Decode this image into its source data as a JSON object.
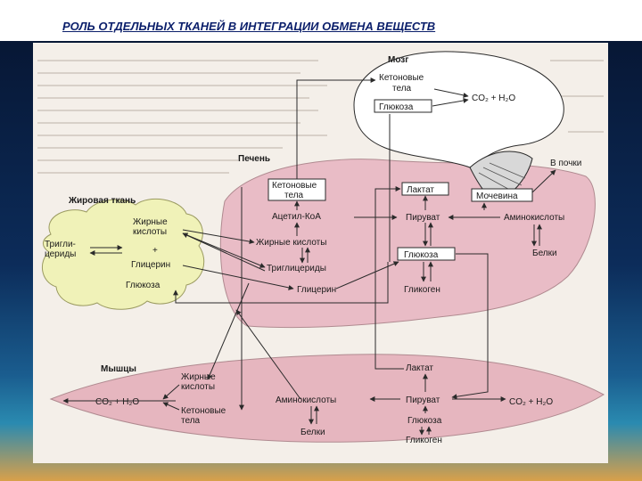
{
  "slide": {
    "title": "РОЛЬ ОТДЕЛЬНЫХ ТКАНЕЙ В ИНТЕГРАЦИИ ОБМЕНА ВЕЩЕСТВ"
  },
  "diagram": {
    "brain": {
      "label": "Мозг",
      "ketone_line1": "Кетоновые",
      "ketone_line2": "тела",
      "co2_h2o": "CO₂ + H₂O",
      "glucose": "Глюкоза"
    },
    "liver": {
      "label": "Печень",
      "ketone_line1": "Кетоновые",
      "ketone_line2": "тела",
      "acetyl_coa": "Ацетил-КоА",
      "fatty_acids": "Жирные кислоты",
      "triglycerides": "Триглицериды",
      "glycerol": "Глицерин",
      "lactate": "Лактат",
      "pyruvate": "Пируват",
      "glucose": "Глюкоза",
      "glycogen": "Гликоген",
      "urea": "Мочевина",
      "amino_acids": "Аминокислоты",
      "proteins": "Белки",
      "to_kidneys": "В почки"
    },
    "adipose": {
      "label": "Жировая ткань",
      "fatty_acids_line1": "Жирные",
      "fatty_acids_line2": "кислоты",
      "triglycerides_line1": "Тригли-",
      "triglycerides_line2": "цериды",
      "plus": "+",
      "glycerol": "Глицерин",
      "glucose": "Глюкоза"
    },
    "muscle": {
      "label": "Мышцы",
      "fatty_acids_line1": "Жирные",
      "fatty_acids_line2": "кислоты",
      "co2_h2o_left": "CO₂ + H₂O",
      "ketone_line1": "Кетоновые",
      "ketone_line2": "тела",
      "amino_acids": "Аминокислоты",
      "proteins": "Белки",
      "lactate": "Лактат",
      "pyruvate": "Пируват",
      "glucose": "Глюкоза",
      "glycogen": "Гликоген",
      "co2_h2o_right": "CO₂ + H₂O"
    }
  },
  "colors": {
    "liver_fill": "#e9bcc6",
    "muscle_fill": "#e6b6bf",
    "adipose_fill": "#f0f2b8",
    "brain_fill": "#ffffff"
  }
}
